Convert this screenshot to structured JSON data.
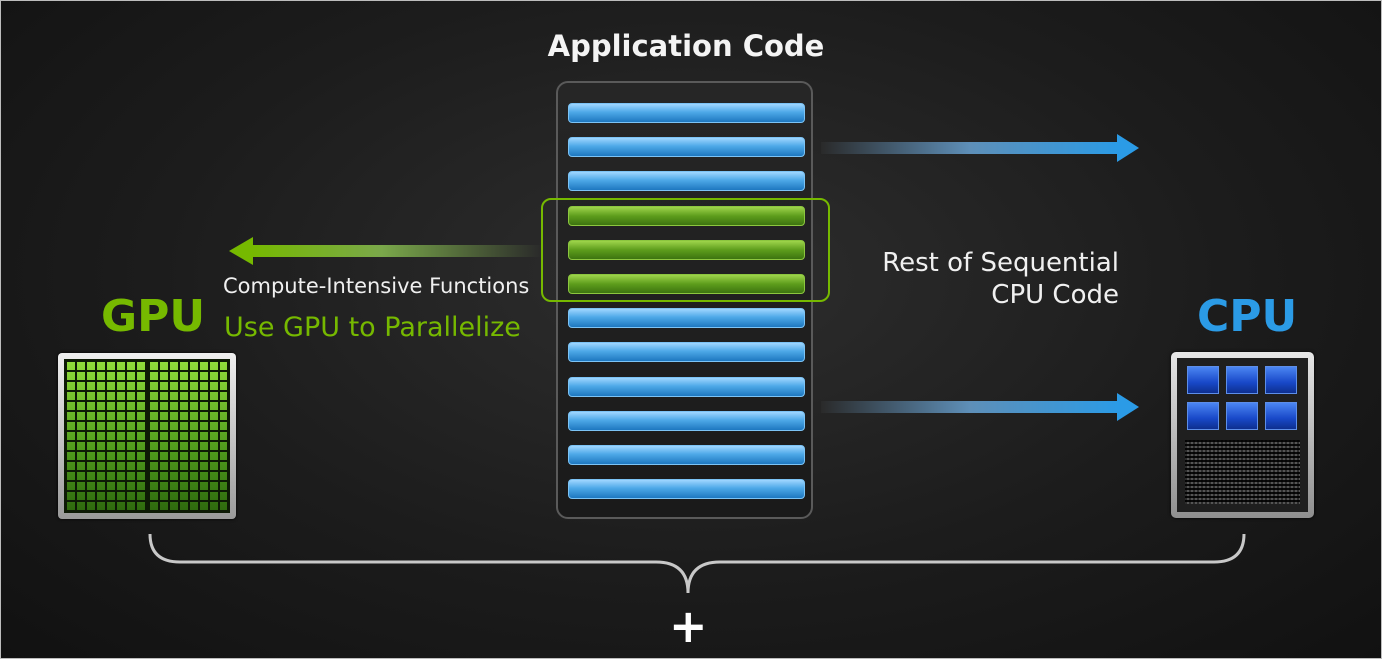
{
  "title": "Application Code",
  "gpu": {
    "label": "GPU",
    "color": "#76b900",
    "compute_label": "Compute-Intensive Functions",
    "parallelize_label": "Use GPU to Parallelize"
  },
  "cpu": {
    "label": "CPU",
    "color": "#2b9be6",
    "sequential_label": "Rest of Sequential CPU Code"
  },
  "combine_symbol": "+",
  "code_blocks": [
    "sequential",
    "sequential",
    "sequential",
    "parallel",
    "parallel",
    "parallel",
    "sequential",
    "sequential",
    "sequential",
    "sequential",
    "sequential",
    "sequential"
  ],
  "colors": {
    "sequential_block": "#4ea9e8",
    "parallel_block": "#5d9d1c",
    "background": "#1c1c1c"
  }
}
